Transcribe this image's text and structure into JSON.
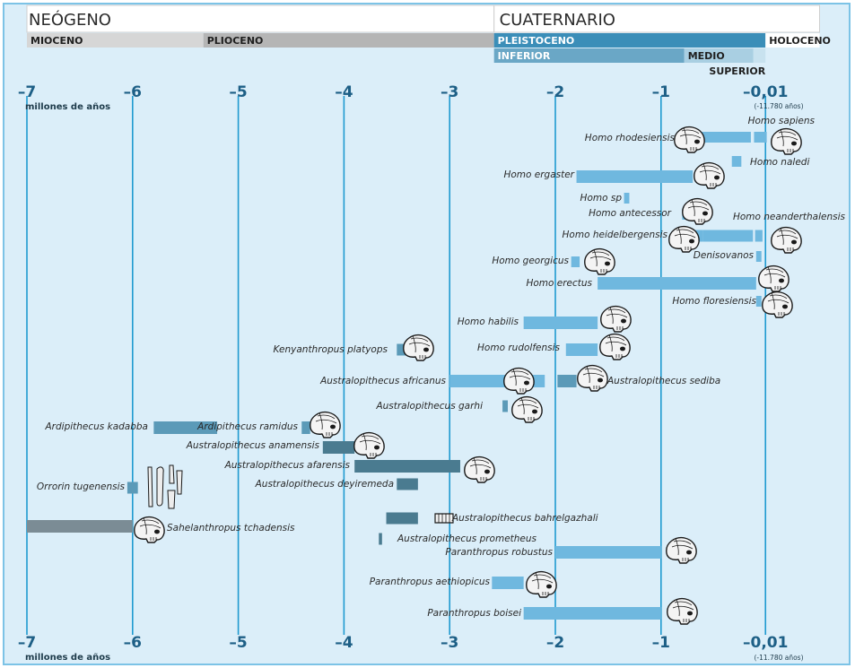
{
  "colors": {
    "panel_bg": "#dbeef9",
    "panel_border": "#7cc3e6",
    "gridline": "#1f9ad0",
    "axis_text": "#1d5f86",
    "bar_light": "#6fb8df",
    "bar_mid": "#5b9ab8",
    "bar_dark": "#4a7b90",
    "bar_gray": "#7b8c95",
    "epoch_miocene": "#d6d6d6",
    "epoch_pliocene": "#b5b5b5",
    "epoch_pleistocene": "#3b8eb8",
    "epoch_inferior": "#6aa7c6",
    "epoch_medio": "#a9cfe2",
    "epoch_superior": "#c8e2ef"
  },
  "periods": [
    {
      "name": "NEÓGENO",
      "start": -7,
      "end": -2.58
    },
    {
      "name": "CUATERNARIO",
      "start": -2.58,
      "end": 0.5
    }
  ],
  "epochs": [
    {
      "name": "MIOCENO",
      "start": -7,
      "end": -5.33,
      "color_key": "epoch_miocene"
    },
    {
      "name": "PLIOCENO",
      "start": -5.33,
      "end": -2.58,
      "color_key": "epoch_pliocene"
    },
    {
      "name": "PLEISTOCENO",
      "start": -2.58,
      "end": -0.0117,
      "color_key": "epoch_pleistocene"
    },
    {
      "name": "HOLOCENO",
      "start": -0.0117,
      "end": 0.5,
      "color_key": ""
    }
  ],
  "stages": [
    {
      "name": "INFERIOR",
      "start": -2.58,
      "end": -0.78,
      "color_key": "epoch_inferior"
    },
    {
      "name": "MEDIO",
      "start": -0.78,
      "end": -0.126,
      "color_key": "epoch_medio"
    },
    {
      "name": "SUPERIOR",
      "start": -0.126,
      "end": -0.0117,
      "color_key": "epoch_superior"
    }
  ],
  "axis": {
    "ticks": [
      {
        "value": -7,
        "label": "–7"
      },
      {
        "value": -6,
        "label": "–6"
      },
      {
        "value": -5,
        "label": "–5"
      },
      {
        "value": -4,
        "label": "–4"
      },
      {
        "value": -3,
        "label": "–3"
      },
      {
        "value": -2,
        "label": "–2"
      },
      {
        "value": -1,
        "label": "–1"
      },
      {
        "value": -0.0117,
        "label": "–0,01"
      }
    ],
    "unit_label": "millones de años",
    "note": "(-11.780 años)"
  },
  "chart_data": {
    "type": "bar",
    "title": "",
    "xlabel": "millones de años",
    "ylabel": "",
    "xlim": [
      -7,
      0.5
    ],
    "grid": true,
    "series": [
      {
        "name": "Homo sapiens",
        "segments": [
          [
            -0.6,
            -0.15
          ],
          [
            -0.12,
            0
          ]
        ],
        "color_key": "bar_light"
      },
      {
        "name": "Homo rhodesiensis",
        "segments": [
          [
            -0.8,
            -0.6
          ]
        ],
        "color_key": "bar_light"
      },
      {
        "name": "Homo naledi",
        "segments": [
          [
            -0.33,
            -0.24
          ]
        ],
        "color_key": "bar_light"
      },
      {
        "name": "Homo ergaster",
        "segments": [
          [
            -1.8,
            -0.7
          ]
        ],
        "color_key": "bar_light"
      },
      {
        "name": "Homo sp",
        "segments": [
          [
            -1.35,
            -1.3
          ]
        ],
        "color_key": "bar_light"
      },
      {
        "name": "Homo antecessor",
        "segments": [
          [
            -0.8,
            -0.72
          ]
        ],
        "color_key": "bar_light"
      },
      {
        "name": "Homo neanderthalensis",
        "segments": [
          [
            -0.6,
            -0.13
          ],
          [
            -0.11,
            -0.04
          ]
        ],
        "color_key": "bar_light"
      },
      {
        "name": "Homo heidelbergensis",
        "segments": [
          [
            -0.83,
            -0.6
          ]
        ],
        "color_key": "bar_light"
      },
      {
        "name": "Denisovanos",
        "segments": [
          [
            -0.1,
            -0.05
          ]
        ],
        "color_key": "bar_light"
      },
      {
        "name": "Homo georgicus",
        "segments": [
          [
            -1.85,
            -1.77
          ]
        ],
        "color_key": "bar_light"
      },
      {
        "name": "Homo erectus",
        "segments": [
          [
            -1.6,
            -0.1
          ]
        ],
        "color_key": "bar_light"
      },
      {
        "name": "Homo floresiensis",
        "segments": [
          [
            -0.1,
            -0.05
          ]
        ],
        "color_key": "bar_light"
      },
      {
        "name": "Homo habilis",
        "segments": [
          [
            -2.3,
            -1.6
          ]
        ],
        "color_key": "bar_light"
      },
      {
        "name": "Kenyanthropus platyops",
        "segments": [
          [
            -3.5,
            -3.3
          ]
        ],
        "color_key": "bar_mid"
      },
      {
        "name": "Homo rudolfensis",
        "segments": [
          [
            -1.9,
            -1.6
          ]
        ],
        "color_key": "bar_light"
      },
      {
        "name": "Australopithecus africanus",
        "segments": [
          [
            -3.0,
            -2.1
          ]
        ],
        "color_key": "bar_light"
      },
      {
        "name": "Australopithecus sediba",
        "segments": [
          [
            -1.98,
            -1.8
          ]
        ],
        "color_key": "bar_mid"
      },
      {
        "name": "Australopithecus garhi",
        "segments": [
          [
            -2.5,
            -2.45
          ]
        ],
        "color_key": "bar_mid"
      },
      {
        "name": "Ardipithecus kadabba",
        "segments": [
          [
            -5.8,
            -5.2
          ]
        ],
        "color_key": "bar_mid"
      },
      {
        "name": "Ardipithecus ramidus",
        "segments": [
          [
            -4.4,
            -4.32
          ]
        ],
        "color_key": "bar_mid"
      },
      {
        "name": "Australopithecus anamensis",
        "segments": [
          [
            -4.2,
            -3.9
          ]
        ],
        "color_key": "bar_dark"
      },
      {
        "name": "Australopithecus afarensis",
        "segments": [
          [
            -3.9,
            -2.9
          ]
        ],
        "color_key": "bar_dark"
      },
      {
        "name": "Orrorin tugenensis",
        "segments": [
          [
            -6.05,
            -5.95
          ]
        ],
        "color_key": "bar_mid"
      },
      {
        "name": "Australopithecus deyiremeda",
        "segments": [
          [
            -3.5,
            -3.3
          ]
        ],
        "color_key": "bar_dark"
      },
      {
        "name": "Sahelanthropus tchadensis",
        "segments": [
          [
            -7.0,
            -6.0
          ]
        ],
        "color_key": "bar_gray"
      },
      {
        "name": "Australopithecus bahrelgazhali",
        "segments": [
          [
            -3.6,
            -3.3
          ]
        ],
        "color_key": "bar_dark"
      },
      {
        "name": "Australopithecus prometheus",
        "segments": [
          [
            -3.67,
            -3.64
          ]
        ],
        "color_key": "bar_dark"
      },
      {
        "name": "Paranthropus robustus",
        "segments": [
          [
            -2.0,
            -1.0
          ]
        ],
        "color_key": "bar_light"
      },
      {
        "name": "Paranthropus aethiopicus",
        "segments": [
          [
            -2.6,
            -2.3
          ]
        ],
        "color_key": "bar_light"
      },
      {
        "name": "Paranthropus boisei",
        "segments": [
          [
            -2.3,
            -1.0
          ]
        ],
        "color_key": "bar_light"
      }
    ]
  }
}
